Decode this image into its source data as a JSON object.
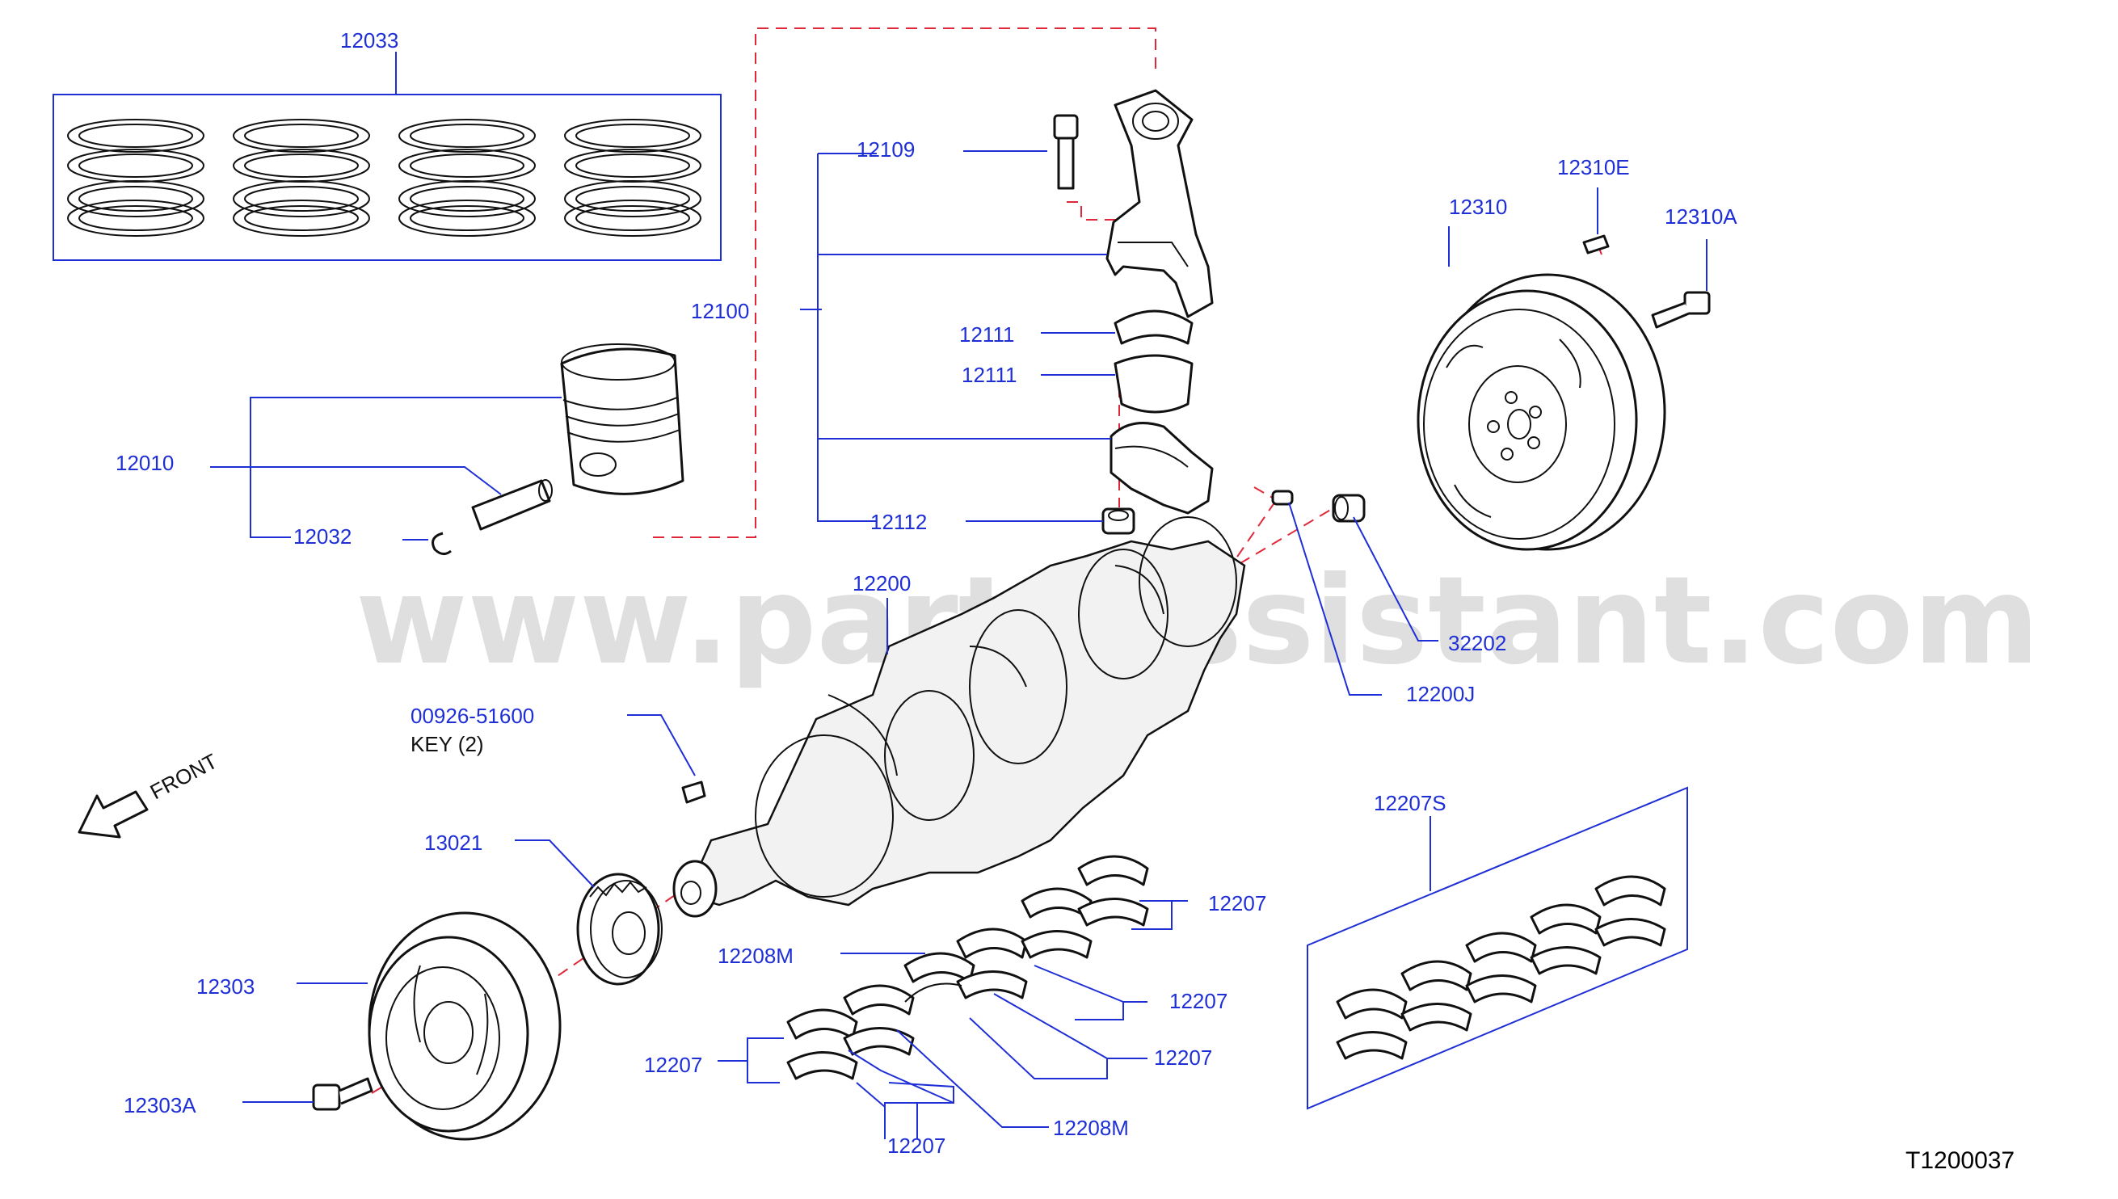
{
  "labels": {
    "piston_rings": "12033",
    "conrod_bolt": "12109",
    "conrod_assy": "12100",
    "bearing_upper": "12111",
    "bearing_lower": "12111",
    "conrod_nut": "12112",
    "piston": "12010",
    "snap_ring": "12032",
    "crankshaft": "12200",
    "crank_pin": "12200J",
    "pilot_bushing": "32202",
    "flywheel": "12310",
    "flywheel_dowel": "12310E",
    "flywheel_bolt": "12310A",
    "key_part": "00926-51600",
    "key_note": "KEY  (2)",
    "front": "FRONT",
    "sprocket": "13021",
    "pulley": "12303",
    "pulley_bolt": "12303A",
    "main_bearing_set": "12207S",
    "main_bearing_a": "12207",
    "main_bearing_b": "12207",
    "main_bearing_c": "12207",
    "main_bearing_d": "12207",
    "main_bearing_e": "12207",
    "thrust_bearing_upper": "12208M",
    "thrust_bearing_lower": "12208M"
  },
  "watermark": "www.partsassistant.com",
  "document_id": "T1200037",
  "colors": {
    "label": "#1f2fd6",
    "leader": "#1f2fd6",
    "dash": "#e0283a",
    "line_art": "#111111"
  }
}
